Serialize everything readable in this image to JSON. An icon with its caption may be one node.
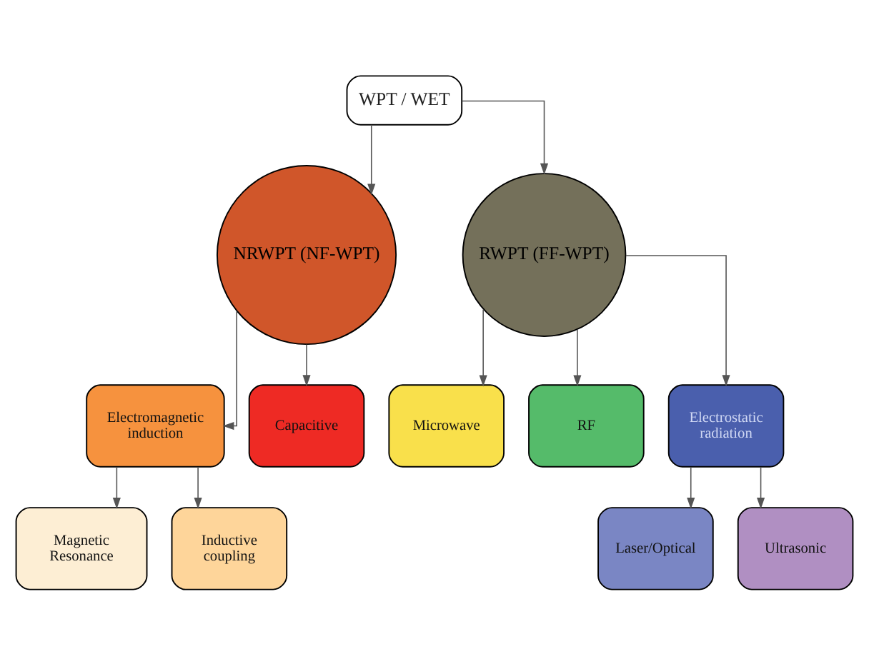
{
  "diagram": {
    "nodes": [
      {
        "text": [
          "WPT / WET"
        ]
      },
      {
        "text": [
          "NRWPT (NF-WPT)"
        ]
      },
      {
        "text": [
          "RWPT (FF-WPT)"
        ]
      },
      {
        "text": [
          "Electromagnetic induction"
        ]
      },
      {
        "text": [
          "Capacitive"
        ]
      },
      {
        "text": [
          "Microwave"
        ]
      },
      {
        "text": [
          "RF"
        ]
      },
      {
        "text": [
          "Electrostatic radiation"
        ]
      },
      {
        "text": [
          "Magnetic Resonance"
        ]
      },
      {
        "text": [
          "Inductive coupling"
        ]
      },
      {
        "text": [
          "Laser/Optical"
        ]
      },
      {
        "text": [
          "Ultrasonic"
        ]
      }
    ],
    "edges": [
      {
        "from": 0,
        "to": 1,
        "arrow": "to"
      },
      {
        "from": 0,
        "to": 2,
        "arrow": "to"
      },
      {
        "from": 1,
        "to": 3,
        "arrow": "to"
      },
      {
        "from": 1,
        "to": 4,
        "arrow": "to"
      },
      {
        "from": 2,
        "to": 5,
        "arrow": "to"
      },
      {
        "from": 2,
        "to": 6,
        "arrow": "to"
      },
      {
        "from": 2,
        "to": 7,
        "arrow": "to"
      },
      {
        "from": 3,
        "to": 8,
        "arrow": "to"
      },
      {
        "from": 3,
        "to": 9,
        "arrow": "to"
      },
      {
        "from": 7,
        "to": 10,
        "arrow": "to"
      },
      {
        "from": 7,
        "to": 11,
        "arrow": "to"
      }
    ]
  }
}
